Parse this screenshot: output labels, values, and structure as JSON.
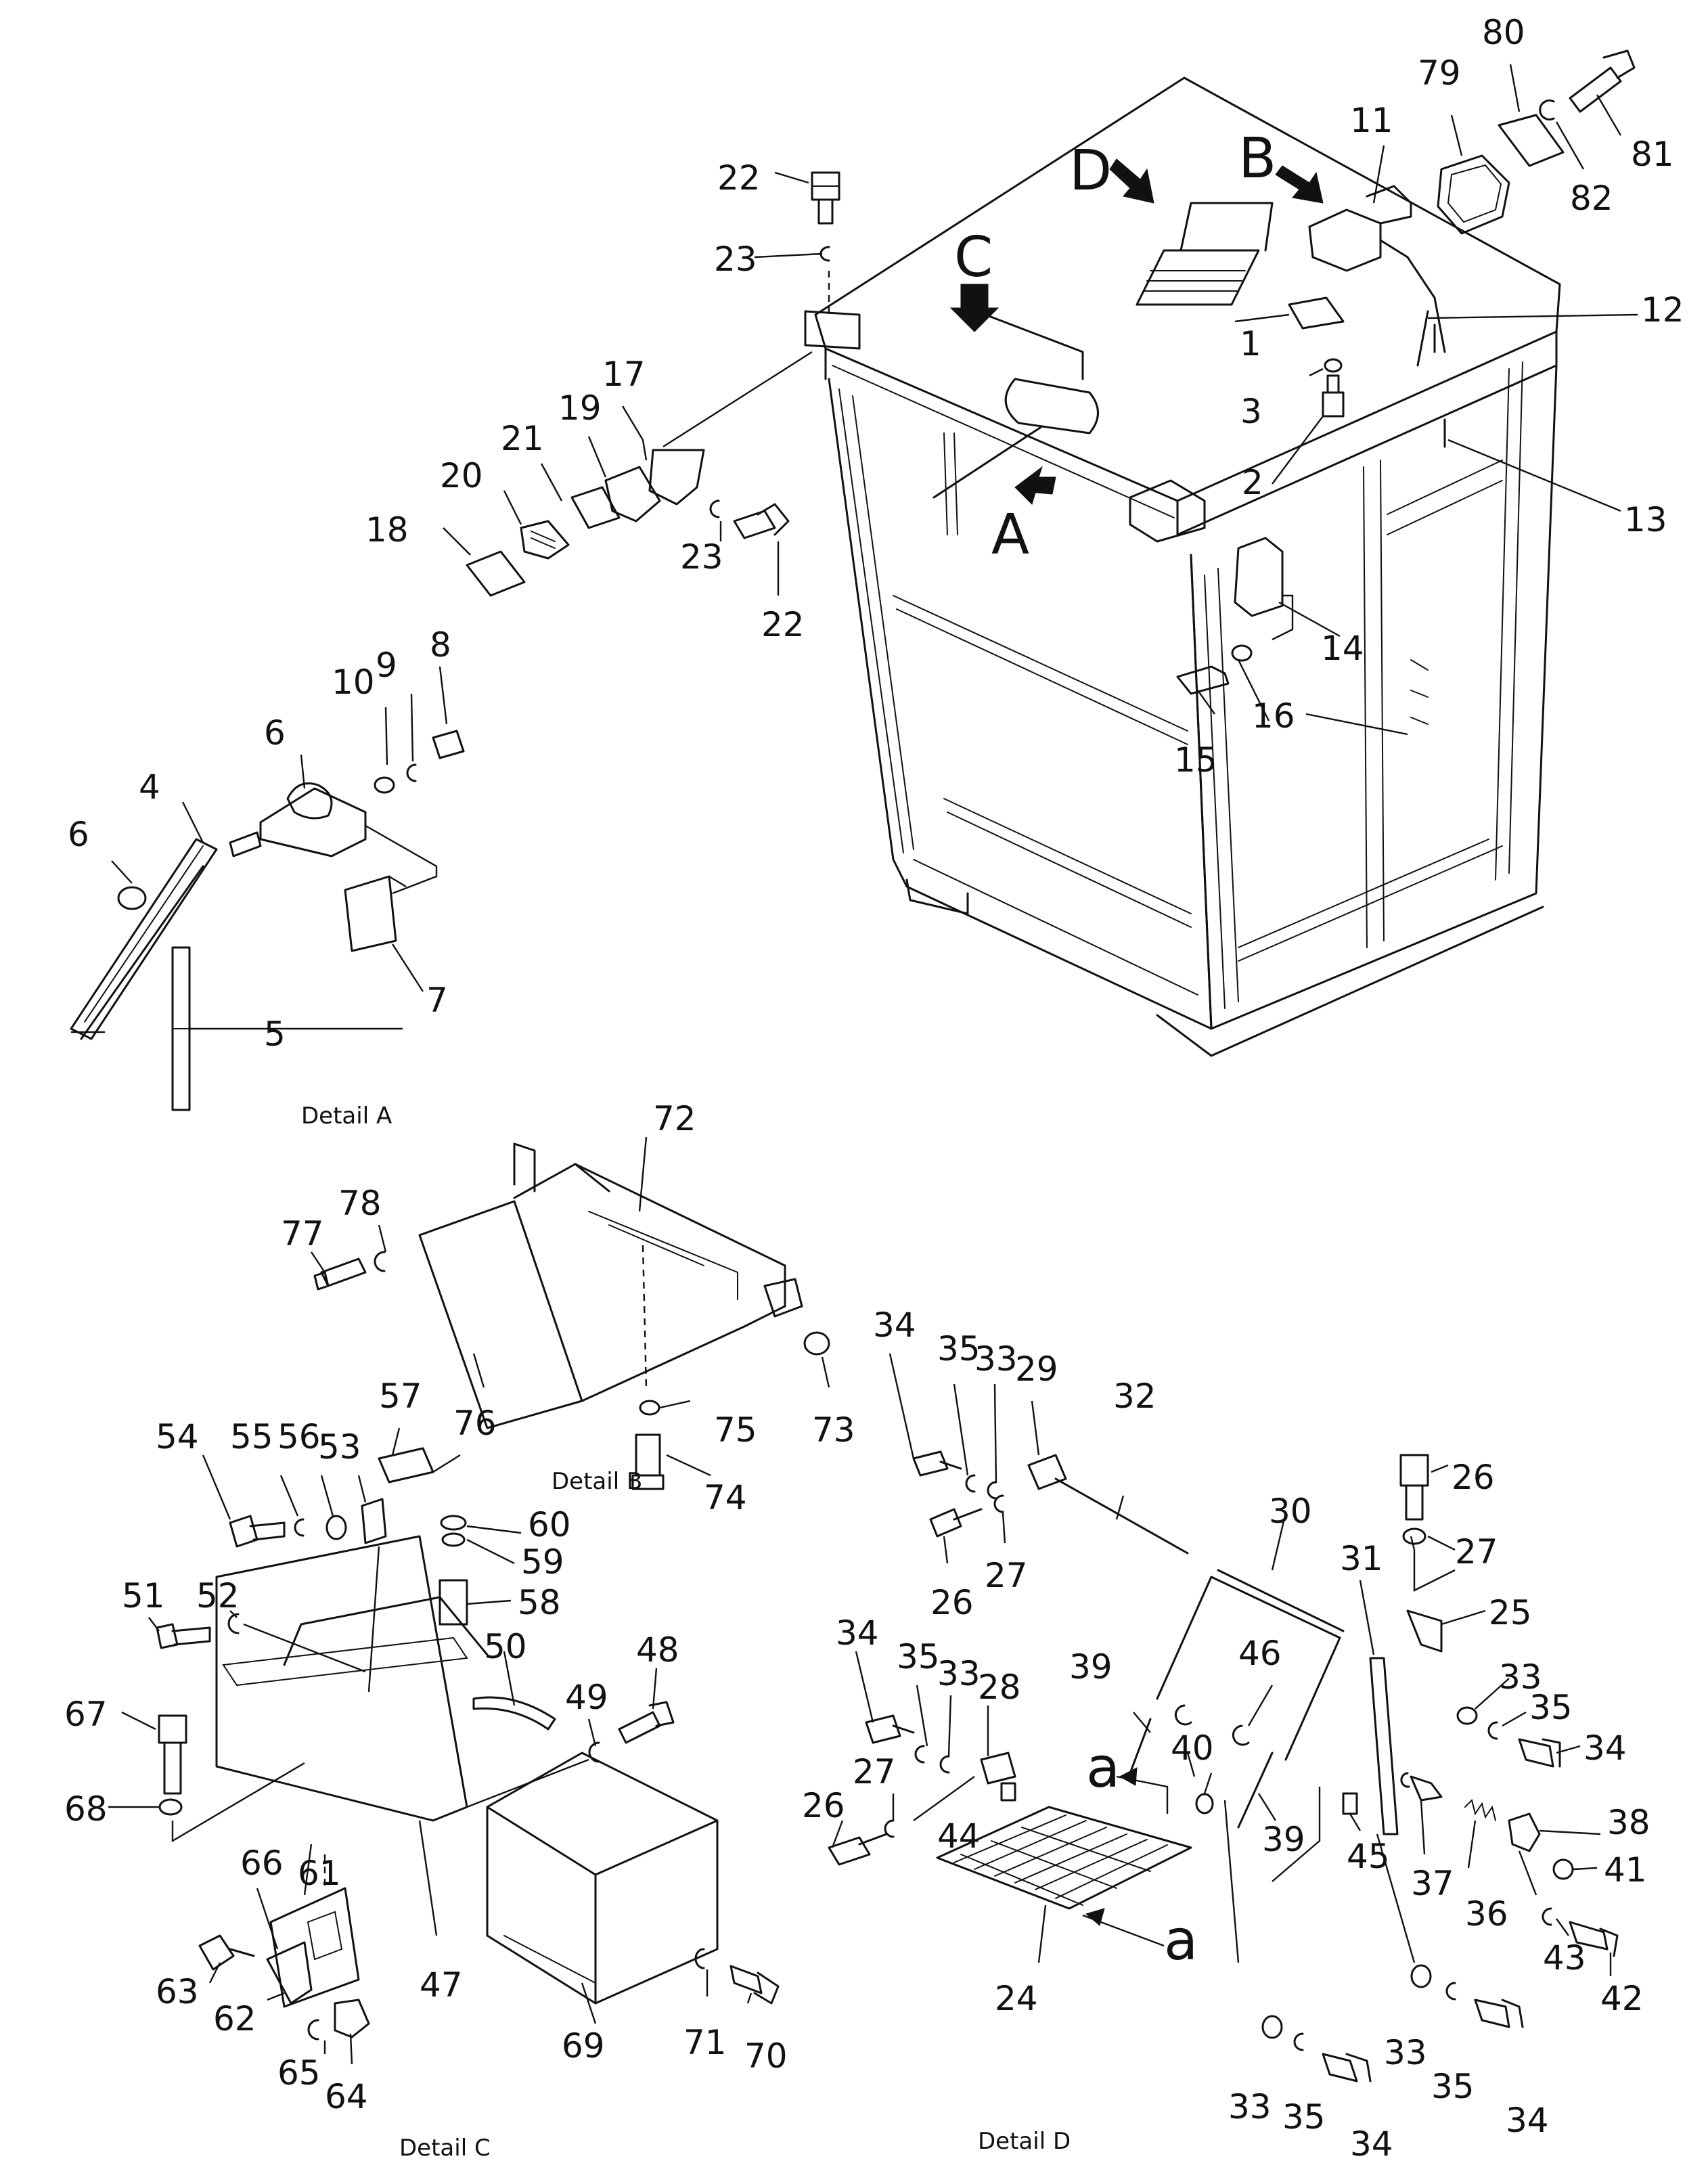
{
  "view_letters": {
    "a": "A",
    "b": "B",
    "c": "C",
    "d": "D",
    "small_a": "a"
  },
  "captions": {
    "detail_a": "Detail A",
    "detail_b": "Detail B",
    "detail_c": "Detail C",
    "detail_d": "Detail D"
  },
  "parts": {
    "p1": "1",
    "p2": "2",
    "p3": "3",
    "p4": "4",
    "p5": "5",
    "p6": "6",
    "p7": "7",
    "p8": "8",
    "p9": "9",
    "p10": "10",
    "p11": "11",
    "p12": "12",
    "p13": "13",
    "p14": "14",
    "p15": "15",
    "p16": "16",
    "p17": "17",
    "p18": "18",
    "p19": "19",
    "p20": "20",
    "p21": "21",
    "p22": "22",
    "p23": "23",
    "p24": "24",
    "p25": "25",
    "p26": "26",
    "p27": "27",
    "p28": "28",
    "p29": "29",
    "p30": "30",
    "p31": "31",
    "p32": "32",
    "p33": "33",
    "p34": "34",
    "p35": "35",
    "p36": "36",
    "p37": "37",
    "p38": "38",
    "p39": "39",
    "p40": "40",
    "p41": "41",
    "p42": "42",
    "p43": "43",
    "p44": "44",
    "p45": "45",
    "p46": "46",
    "p47": "47",
    "p48": "48",
    "p49": "49",
    "p50": "50",
    "p51": "51",
    "p52": "52",
    "p53": "53",
    "p54": "54",
    "p55": "55",
    "p56": "56",
    "p57": "57",
    "p58": "58",
    "p59": "59",
    "p60": "60",
    "p61": "61",
    "p62": "62",
    "p63": "63",
    "p64": "64",
    "p65": "65",
    "p66": "66",
    "p67": "67",
    "p68": "68",
    "p69": "69",
    "p70": "70",
    "p71": "71",
    "p72": "72",
    "p73": "73",
    "p74": "74",
    "p75": "75",
    "p76": "76",
    "p77": "77",
    "p78": "78",
    "p79": "79",
    "p80": "80",
    "p81": "81",
    "p82": "82"
  }
}
